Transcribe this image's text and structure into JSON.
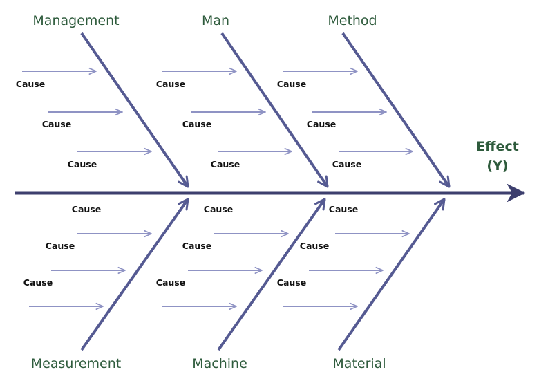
{
  "effect": {
    "line1": "Effect",
    "line2": "(Y)"
  },
  "categories": {
    "top": [
      "Management",
      "Man",
      "Method"
    ],
    "bottom": [
      "Measurement",
      "Machine",
      "Material"
    ]
  },
  "cause_label": "Cause",
  "colors": {
    "spine": "#3d3f6e",
    "bone": "#555a92",
    "cause_arrow": "#8f93c4",
    "label": "#2e5b3c",
    "text": "#111111"
  }
}
